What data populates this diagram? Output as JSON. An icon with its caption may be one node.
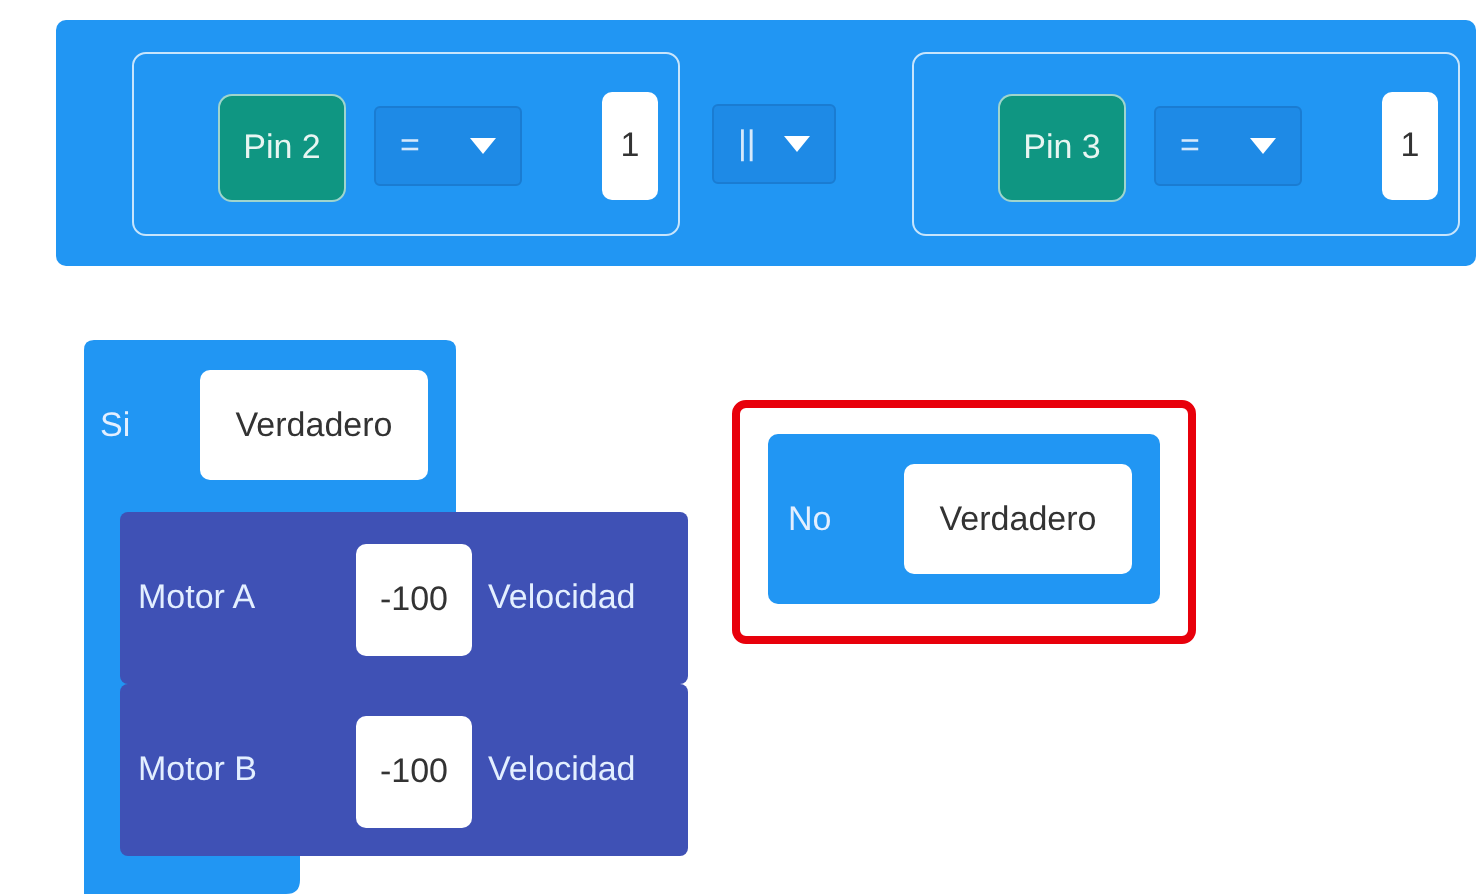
{
  "diagram": {
    "nodes": [
      {
        "text": [],
        "shape": "box"
      },
      {
        "text": [],
        "shape": "box",
        "in": 0
      },
      {
        "text": [
          "Pin 2"
        ],
        "in": 1
      },
      {
        "text": [
          "="
        ],
        "in": 1
      },
      {
        "text": [
          "1"
        ],
        "in": 1
      },
      {
        "text": [
          "||"
        ],
        "in": 0
      },
      {
        "text": [],
        "shape": "box",
        "in": 0
      },
      {
        "text": [
          "Pin 3"
        ],
        "in": 6
      },
      {
        "text": [
          "="
        ],
        "in": 6
      },
      {
        "text": [
          "1"
        ],
        "in": 6
      },
      {
        "text": [
          "Si"
        ]
      },
      {
        "text": [
          "Verdadero"
        ],
        "in": 10
      },
      {
        "text": [
          "Motor A",
          "Velocidad"
        ]
      },
      {
        "text": [
          "-100"
        ],
        "in": 12
      },
      {
        "text": [
          "Motor B",
          "Velocidad"
        ]
      },
      {
        "text": [
          "-100"
        ],
        "in": 14
      },
      {
        "text": [],
        "shape": "box"
      },
      {
        "text": [
          "No"
        ],
        "in": 16
      },
      {
        "text": [
          "Verdadero"
        ],
        "in": 17
      }
    ],
    "edges": []
  }
}
